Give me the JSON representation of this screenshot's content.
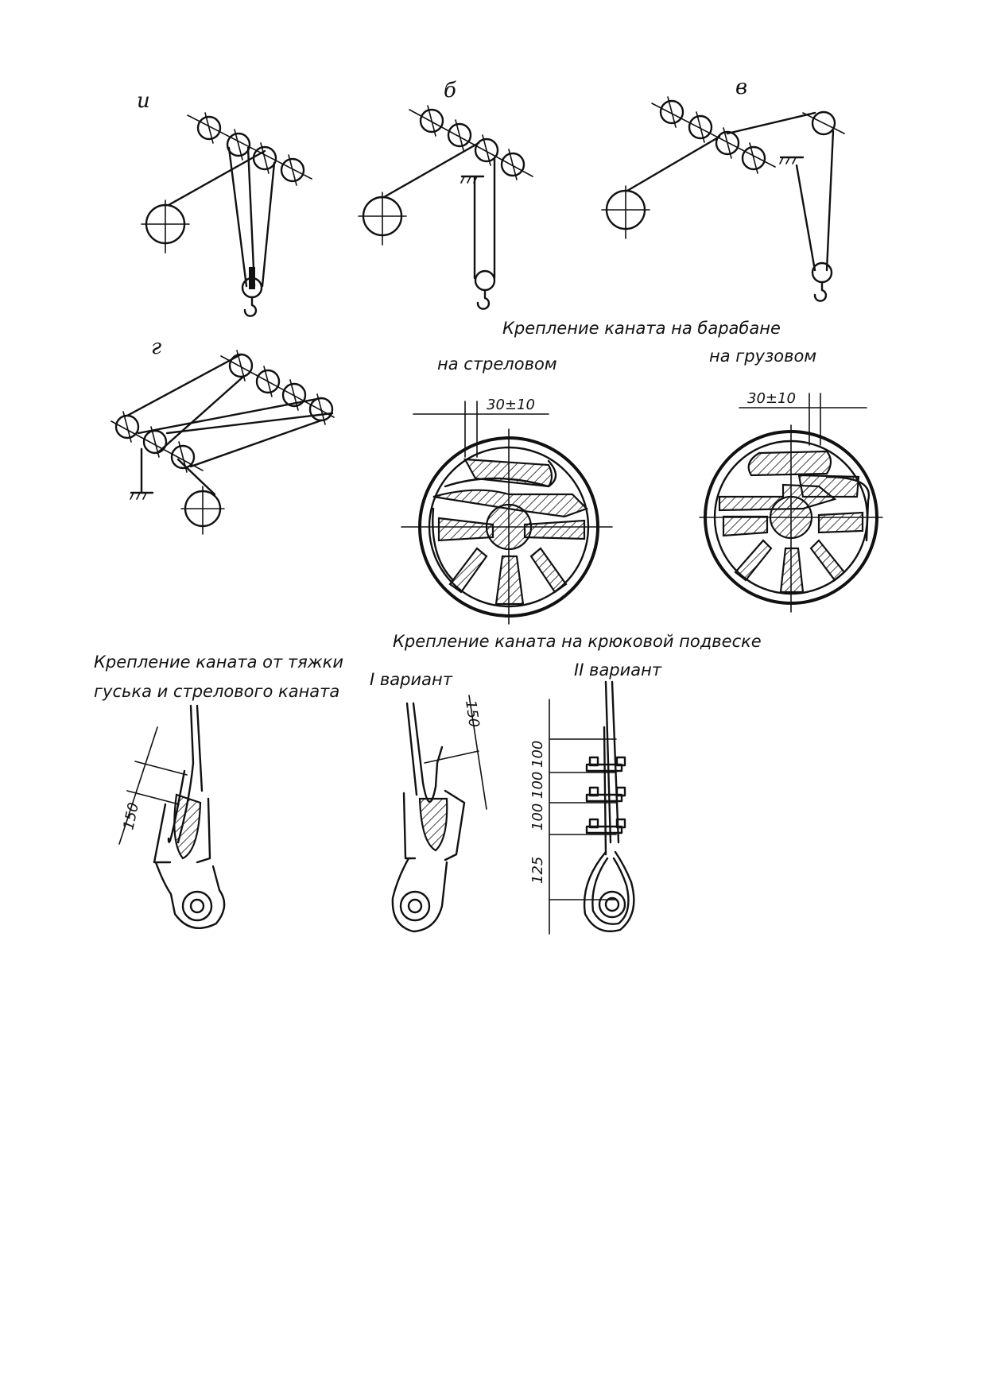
{
  "schemes": {
    "a_label": "и",
    "b_label": "б",
    "v_label": "в",
    "g_label": "г"
  },
  "drum": {
    "title": "Крепление каната на барабане",
    "boom_label": "на стреловом",
    "load_label": "на грузовом",
    "dim_left": "30±10",
    "dim_right": "30±10"
  },
  "attach": {
    "title_line1": "Крепление каната от тяжки",
    "title_line2": "гуська и стрелового каната",
    "dim_150": "150"
  },
  "hook": {
    "title": "Крепление каната на крюковой подвеске",
    "variant1": "I вариант",
    "variant2": "II вариант",
    "dim_150": "150",
    "dim_100_a": "100",
    "dim_100_b": "100",
    "dim_100_c": "100",
    "dim_125": "125"
  }
}
